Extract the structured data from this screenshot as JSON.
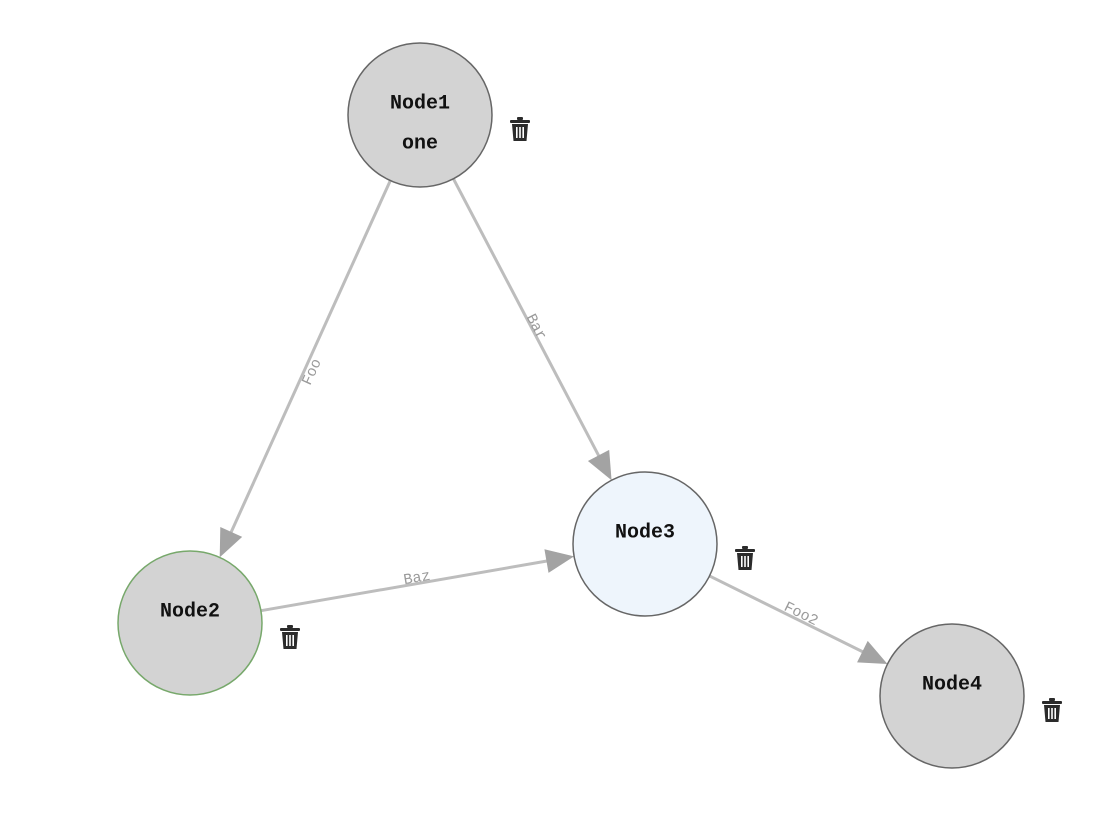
{
  "nodes": [
    {
      "id": "node1",
      "lines": [
        "Node1",
        "one"
      ],
      "fill": "#d3d3d3",
      "stroke": "#666666"
    },
    {
      "id": "node2",
      "lines": [
        "Node2"
      ],
      "fill": "#d3d3d3",
      "stroke": "#77a86b"
    },
    {
      "id": "node3",
      "lines": [
        "Node3"
      ],
      "fill": "#eef5fc",
      "stroke": "#666666"
    },
    {
      "id": "node4",
      "lines": [
        "Node4"
      ],
      "fill": "#d3d3d3",
      "stroke": "#666666"
    }
  ],
  "edges": [
    {
      "from": "node1",
      "to": "node2",
      "label": "Foo"
    },
    {
      "from": "node1",
      "to": "node3",
      "label": "Bar"
    },
    {
      "from": "node2",
      "to": "node3",
      "label": "Baz"
    },
    {
      "from": "node3",
      "to": "node4",
      "label": "Foo2"
    }
  ],
  "icons": {
    "delete": "trash-icon"
  }
}
